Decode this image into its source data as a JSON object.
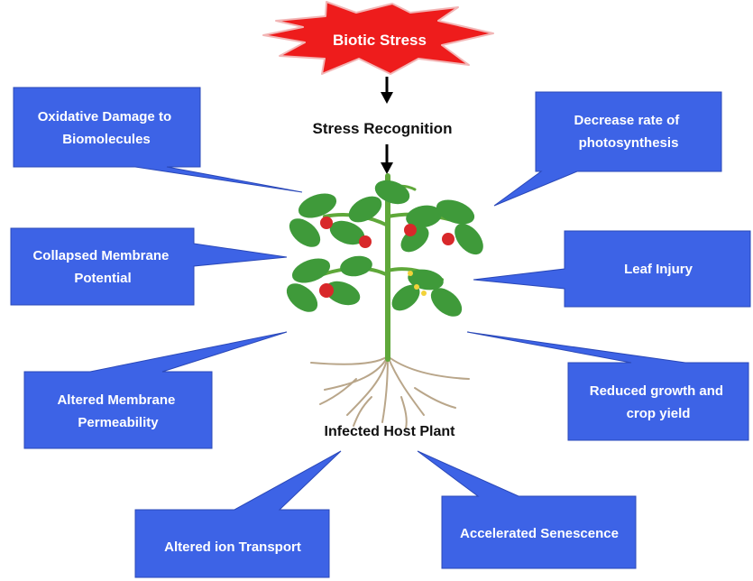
{
  "title": "Biotic Stress",
  "recognition": "Stress Recognition",
  "plant_label": "Infected Host Plant",
  "callouts": {
    "oxidative": [
      "Oxidative Damage to",
      "Biomolecules"
    ],
    "photosynthesis": [
      "Decrease rate of",
      "photosynthesis"
    ],
    "membrane_potential": [
      "Collapsed Membrane",
      "Potential"
    ],
    "leaf_injury": [
      "Leaf Injury"
    ],
    "permeability": [
      "Altered Membrane",
      "Permeability"
    ],
    "growth": [
      "Reduced growth and",
      "crop yield"
    ],
    "ion_transport": [
      "Altered ion Transport"
    ],
    "senescence": [
      "Accelerated Senescence"
    ]
  },
  "colors": {
    "callout_fill": "#3d63e6",
    "callout_stroke": "#2a48b8",
    "burst_fill": "#ee1c1c",
    "burst_stroke": "#f2b6b6",
    "leaf": "#3f9a3a",
    "stem": "#5fa83a",
    "fruit": "#d8282a",
    "root": "#b9a68a"
  }
}
